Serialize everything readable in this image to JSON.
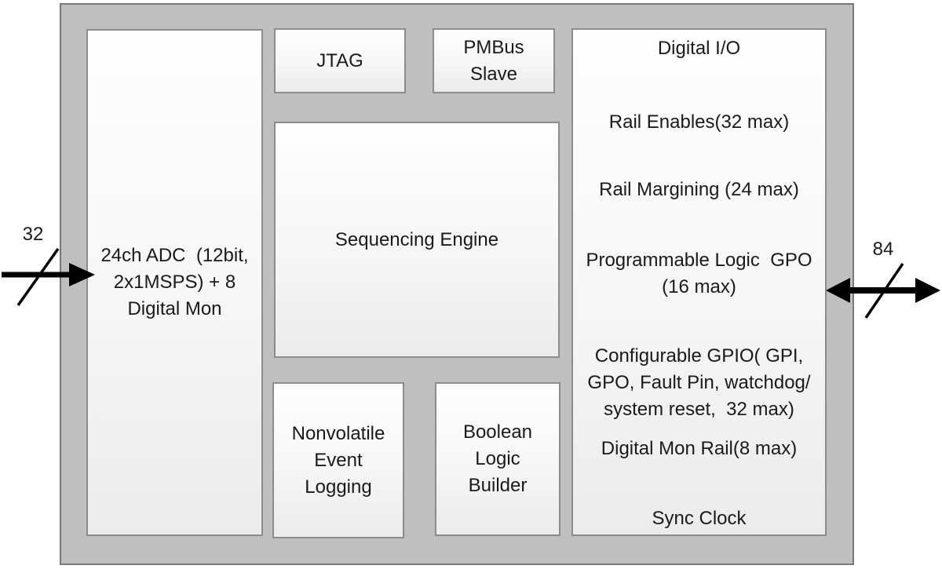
{
  "colors": {
    "chip_fill": "#bfbfbf",
    "chip_border": "#787878",
    "block_border": "#8c8c8c",
    "block_fill_top": "#fefefe",
    "block_fill_bottom": "#ebebeb",
    "arrow": "#000000",
    "text": "#1a1a1a",
    "page_bg": "#ffffff"
  },
  "blocks": {
    "adc": "24ch ADC  (12bit,\n2x1MSPS) + 8\nDigital Mon",
    "jtag": "JTAG",
    "pmbus": "PMBus\nSlave",
    "sequencing": "Sequencing Engine",
    "nonvolatile": "Nonvolatile\nEvent\nLogging",
    "boolean": "Boolean\nLogic\nBuilder",
    "digital_io": {
      "title": "Digital I/O",
      "items": [
        "Rail Enables(32 max)",
        "Rail Margining (24 max)",
        "Programmable Logic  GPO\n(16 max)",
        "Configurable GPIO( GPI,\nGPO, Fault Pin, watchdog/\nsystem reset,  32 max)",
        "Digital Mon Rail(8 max)",
        "Sync Clock"
      ]
    }
  },
  "buses": {
    "adc_input": {
      "width": "32"
    },
    "digital_io": {
      "width": "84"
    }
  }
}
